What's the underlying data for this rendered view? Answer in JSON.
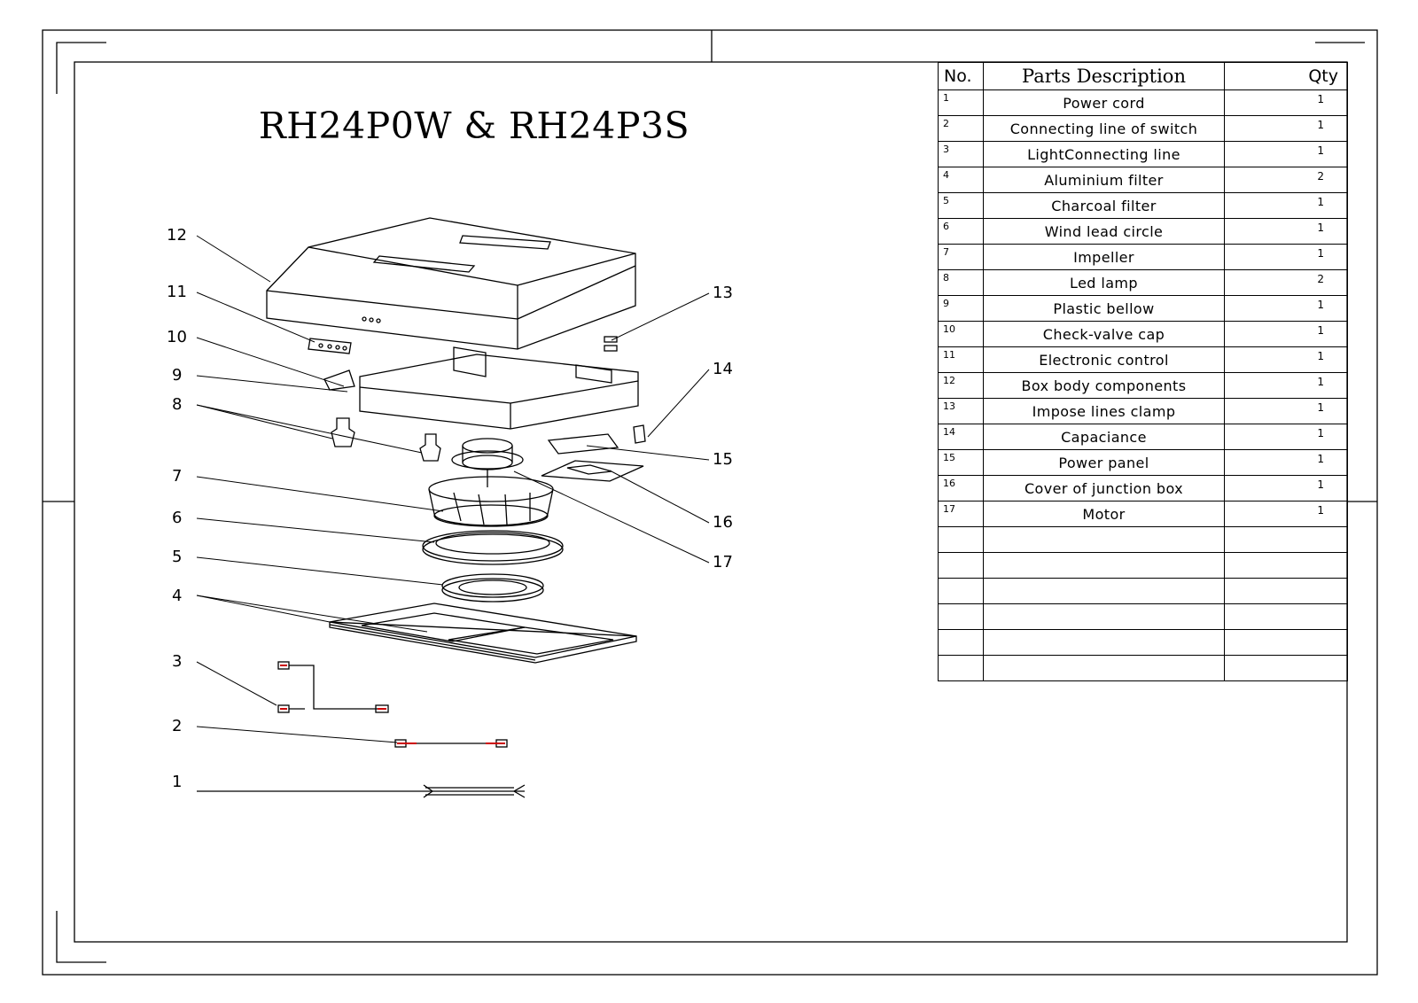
{
  "title": "RH24P0W & RH24P3S",
  "callouts": [
    "1",
    "2",
    "3",
    "4",
    "5",
    "6",
    "7",
    "8",
    "9",
    "10",
    "11",
    "12",
    "13",
    "14",
    "15",
    "16",
    "17"
  ],
  "parts_table": {
    "headers": {
      "no": "No.",
      "description": "Parts Description",
      "qty": "Qty"
    },
    "rows": [
      {
        "no": "1",
        "description": "Power cord",
        "qty": "1"
      },
      {
        "no": "2",
        "description": "Connecting line of switch",
        "qty": "1"
      },
      {
        "no": "3",
        "description": "LightConnecting line",
        "qty": "1"
      },
      {
        "no": "4",
        "description": "Aluminium filter",
        "qty": "2"
      },
      {
        "no": "5",
        "description": "Charcoal filter",
        "qty": "1"
      },
      {
        "no": "6",
        "description": "Wind lead circle",
        "qty": "1"
      },
      {
        "no": "7",
        "description": "Impeller",
        "qty": "1"
      },
      {
        "no": "8",
        "description": "Led lamp",
        "qty": "2"
      },
      {
        "no": "9",
        "description": "Plastic bellow",
        "qty": "1"
      },
      {
        "no": "10",
        "description": "Check-valve cap",
        "qty": "1"
      },
      {
        "no": "11",
        "description": "Electronic control",
        "qty": "1"
      },
      {
        "no": "12",
        "description": "Box body components",
        "qty": "1"
      },
      {
        "no": "13",
        "description": "Impose lines clamp",
        "qty": "1"
      },
      {
        "no": "14",
        "description": "Capaciance",
        "qty": "1"
      },
      {
        "no": "15",
        "description": "Power panel",
        "qty": "1"
      },
      {
        "no": "16",
        "description": "Cover of junction box",
        "qty": "1"
      },
      {
        "no": "17",
        "description": "Motor",
        "qty": "1"
      },
      {
        "no": "",
        "description": "",
        "qty": ""
      },
      {
        "no": "",
        "description": "",
        "qty": ""
      },
      {
        "no": "",
        "description": "",
        "qty": ""
      },
      {
        "no": "",
        "description": "",
        "qty": ""
      },
      {
        "no": "",
        "description": "",
        "qty": ""
      },
      {
        "no": "",
        "description": "",
        "qty": ""
      }
    ]
  },
  "colors": {
    "line": "#000000",
    "wire_accent": "#cc0000",
    "background": "#ffffff"
  }
}
